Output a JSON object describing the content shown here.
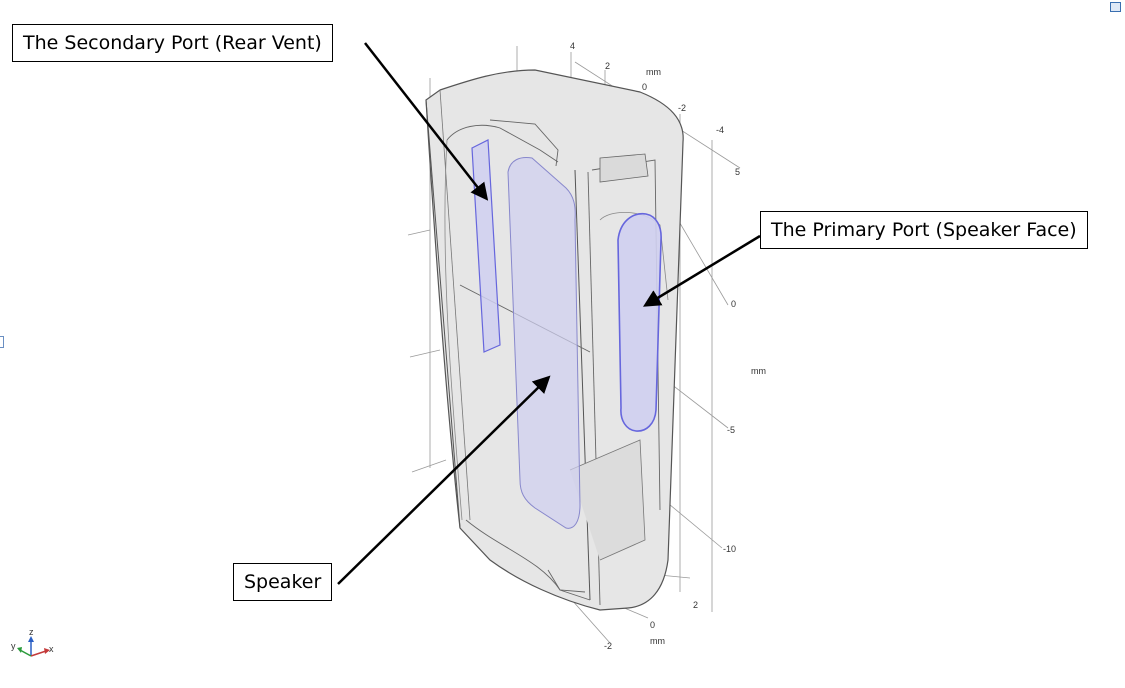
{
  "callouts": {
    "secondary_port": "The Secondary Port (Rear Vent)",
    "primary_port": "The Primary Port (Speaker Face)",
    "speaker": "Speaker"
  },
  "axes": {
    "unit": "mm",
    "top_ticks": [
      "4",
      "2",
      "0",
      "-2",
      "-4"
    ],
    "right_ticks": [
      "5",
      "0",
      "-5",
      "-10"
    ],
    "bottom_ticks": [
      "-2",
      "0",
      "2"
    ]
  },
  "triad": {
    "z": "z",
    "y": "y",
    "x": "x"
  },
  "colors": {
    "port_fill": "#c9c9ee",
    "port_stroke": "#6666dd",
    "body_fill": "#e6e6e6",
    "edge": "#555555"
  }
}
